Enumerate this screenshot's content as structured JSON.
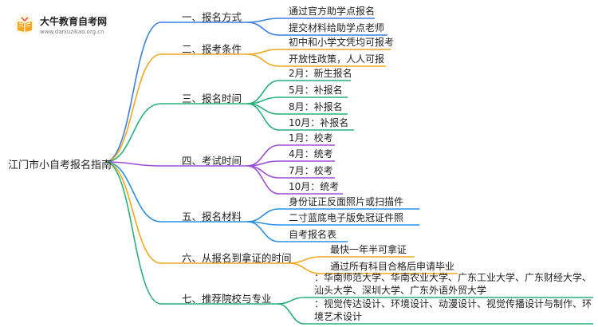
{
  "logo": {
    "title": "大牛教育自考网",
    "url": "www.daniuzikao.org.cn",
    "icon": "open-book-icon",
    "colors": {
      "book": "#f5a623",
      "accent": "#e0453b"
    }
  },
  "root": {
    "label": "江门市小自考报名指南"
  },
  "branches": [
    {
      "label": "一、报名方式",
      "color": "#3b7de0",
      "leaves": [
        "通过官方助学点报名",
        "提交材料给助学点老师"
      ]
    },
    {
      "label": "二、报考条件",
      "color": "#f0a81e",
      "leaves": [
        "初中和小学文凭均可报考",
        "开放性政策，人人可报"
      ]
    },
    {
      "label": "三、报名时间",
      "color": "#27b07a",
      "leaves": [
        "2月：新生报名",
        "5月：补报名",
        "8月：补报名",
        "10月：补报名"
      ]
    },
    {
      "label": "四、考试时间",
      "color": "#9b4fd9",
      "leaves": [
        "1月：校考",
        "4月：统考",
        "7月：校考",
        "10月：统考"
      ]
    },
    {
      "label": "五、报名材料",
      "color": "#2b8fe0",
      "leaves": [
        "身份证正反面照片或扫描件",
        "二寸蓝底电子版免冠证件照",
        "自考报名表"
      ]
    },
    {
      "label": "六、从报名到拿证的时间",
      "color": "#f0a81e",
      "leaves": [
        "最快一年半可拿证",
        "通过所有科目合格后申请毕业"
      ]
    },
    {
      "label": "七、推荐院校与专业",
      "color": "#27b07a",
      "leaves": [
        "：华南师范大学、华南农业大学、广东工业大学、广东财经大学、汕头大学、深圳大学、广东外语外贸大学",
        "：视觉传达设计、环境设计、动漫设计、视觉传播设计与制作、环境艺术设计"
      ]
    }
  ]
}
